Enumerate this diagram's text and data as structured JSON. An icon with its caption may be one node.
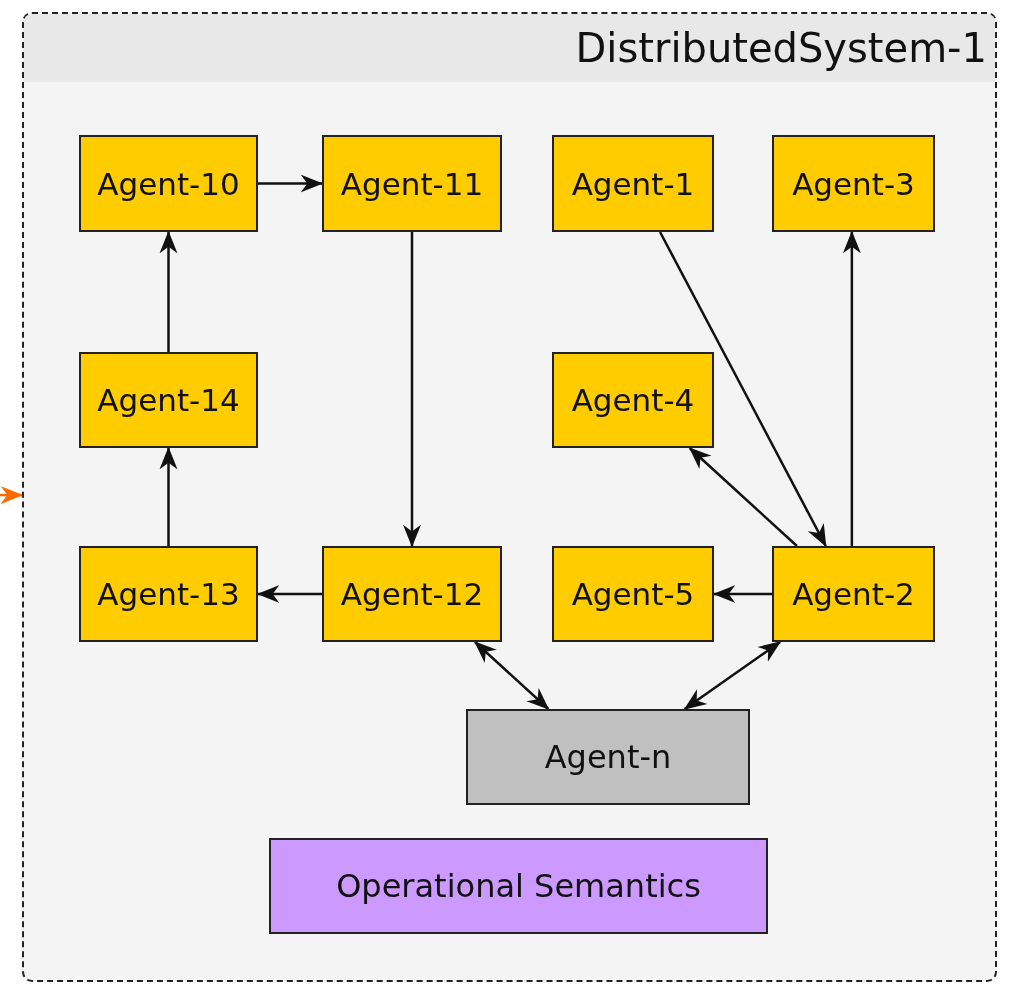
{
  "diagram": {
    "nodes": [
      {
        "text": [
          "DistributedSystem-1"
        ]
      },
      {
        "text": [
          "Agent-10"
        ],
        "in": 0
      },
      {
        "text": [
          "Agent-11"
        ],
        "in": 0
      },
      {
        "text": [
          "Agent-1"
        ],
        "in": 0
      },
      {
        "text": [
          "Agent-3"
        ],
        "in": 0
      },
      {
        "text": [
          "Agent-14"
        ],
        "in": 0
      },
      {
        "text": [
          "Agent-4"
        ],
        "in": 0
      },
      {
        "text": [
          "Agent-13"
        ],
        "in": 0
      },
      {
        "text": [
          "Agent-12"
        ],
        "in": 0
      },
      {
        "text": [
          "Agent-5"
        ],
        "in": 0
      },
      {
        "text": [
          "Agent-2"
        ],
        "in": 0
      },
      {
        "text": [
          "Agent-n"
        ],
        "in": 0
      },
      {
        "text": [
          "Operational Semantics"
        ],
        "in": 0
      }
    ],
    "edges": [
      {
        "from": null,
        "to": 0,
        "arrow": "to",
        "color": "#ff6a00"
      },
      {
        "from": 1,
        "to": 2,
        "arrow": "to"
      },
      {
        "from": 7,
        "to": 5,
        "arrow": "to"
      },
      {
        "from": 5,
        "to": 1,
        "arrow": "to"
      },
      {
        "from": 2,
        "to": 8,
        "arrow": "to"
      },
      {
        "from": 8,
        "to": 7,
        "arrow": "to"
      },
      {
        "from": 3,
        "to": 10,
        "arrow": "to"
      },
      {
        "from": 10,
        "to": 6,
        "arrow": "to"
      },
      {
        "from": 10,
        "to": 4,
        "arrow": "to"
      },
      {
        "from": 10,
        "to": 9,
        "arrow": "to"
      },
      {
        "from": 8,
        "to": 11,
        "arrow": "both"
      },
      {
        "from": 11,
        "to": 10,
        "arrow": "both"
      }
    ]
  }
}
